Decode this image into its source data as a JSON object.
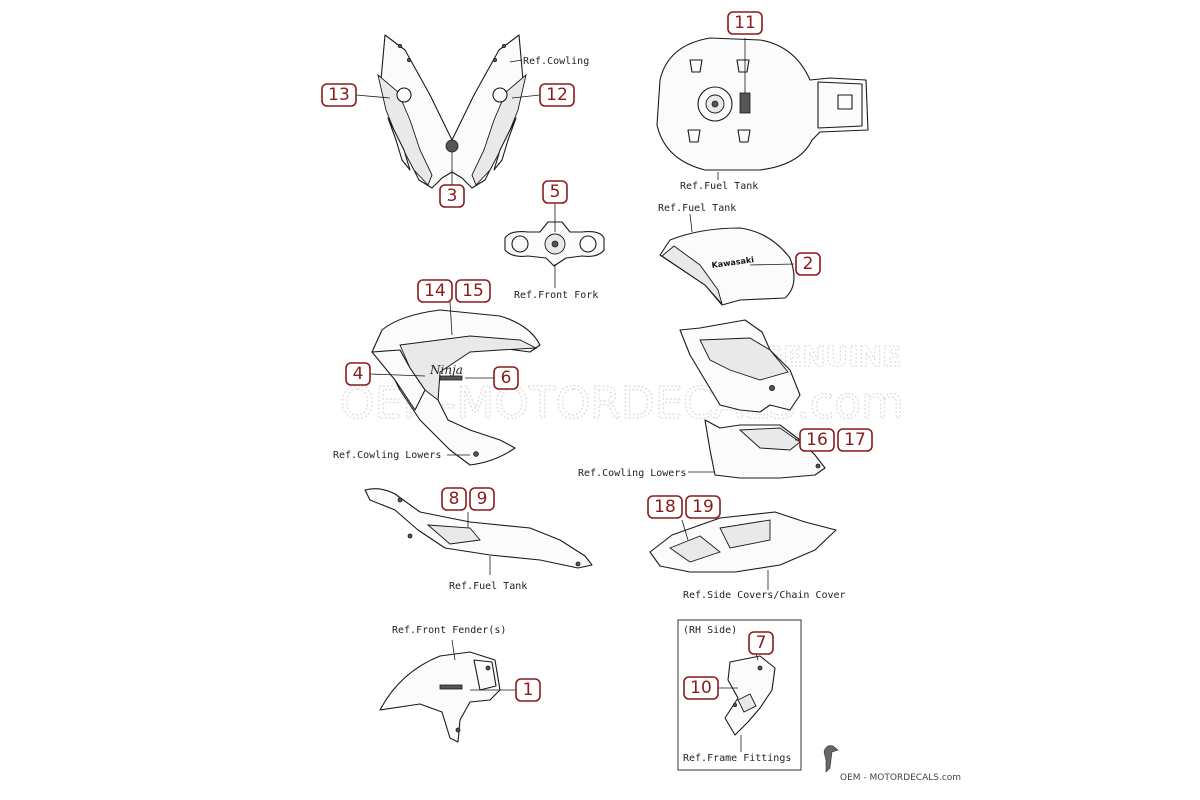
{
  "watermark": {
    "line1": "GENUINE",
    "line2": "OEM-MOTORDECALS.com"
  },
  "footer": {
    "brand": "OEM - MOTORDECALS.com"
  },
  "tank_badge": "Kawasaki",
  "model_script": "Ninja",
  "rh_box_title": "(RH Side)",
  "refs": {
    "cowling": "Ref.Cowling",
    "fuel_tank_top": "Ref.Fuel Tank",
    "fuel_tank_side": "Ref.Fuel Tank",
    "front_fork": "Ref.Front Fork",
    "cowling_lowers_left": "Ref.Cowling Lowers",
    "cowling_lowers_right": "Ref.Cowling Lowers",
    "fuel_tank_lower": "Ref.Fuel Tank",
    "side_covers": "Ref.Side Covers/Chain Cover",
    "front_fender": "Ref.Front Fender(s)",
    "frame_fittings": "Ref.Frame Fittings"
  },
  "callouts": {
    "c1": "1",
    "c2": "2",
    "c3": "3",
    "c4": "4",
    "c5": "5",
    "c6": "6",
    "c7": "7",
    "c8": "8",
    "c9": "9",
    "c10": "10",
    "c11": "11",
    "c12": "12",
    "c13": "13",
    "c14": "14",
    "c15": "15",
    "c16": "16",
    "c17": "17",
    "c18": "18",
    "c19": "19"
  },
  "colors": {
    "callout": "#8b1a1a",
    "line": "#1a1a1a",
    "watermark": "#dcdcdc"
  }
}
